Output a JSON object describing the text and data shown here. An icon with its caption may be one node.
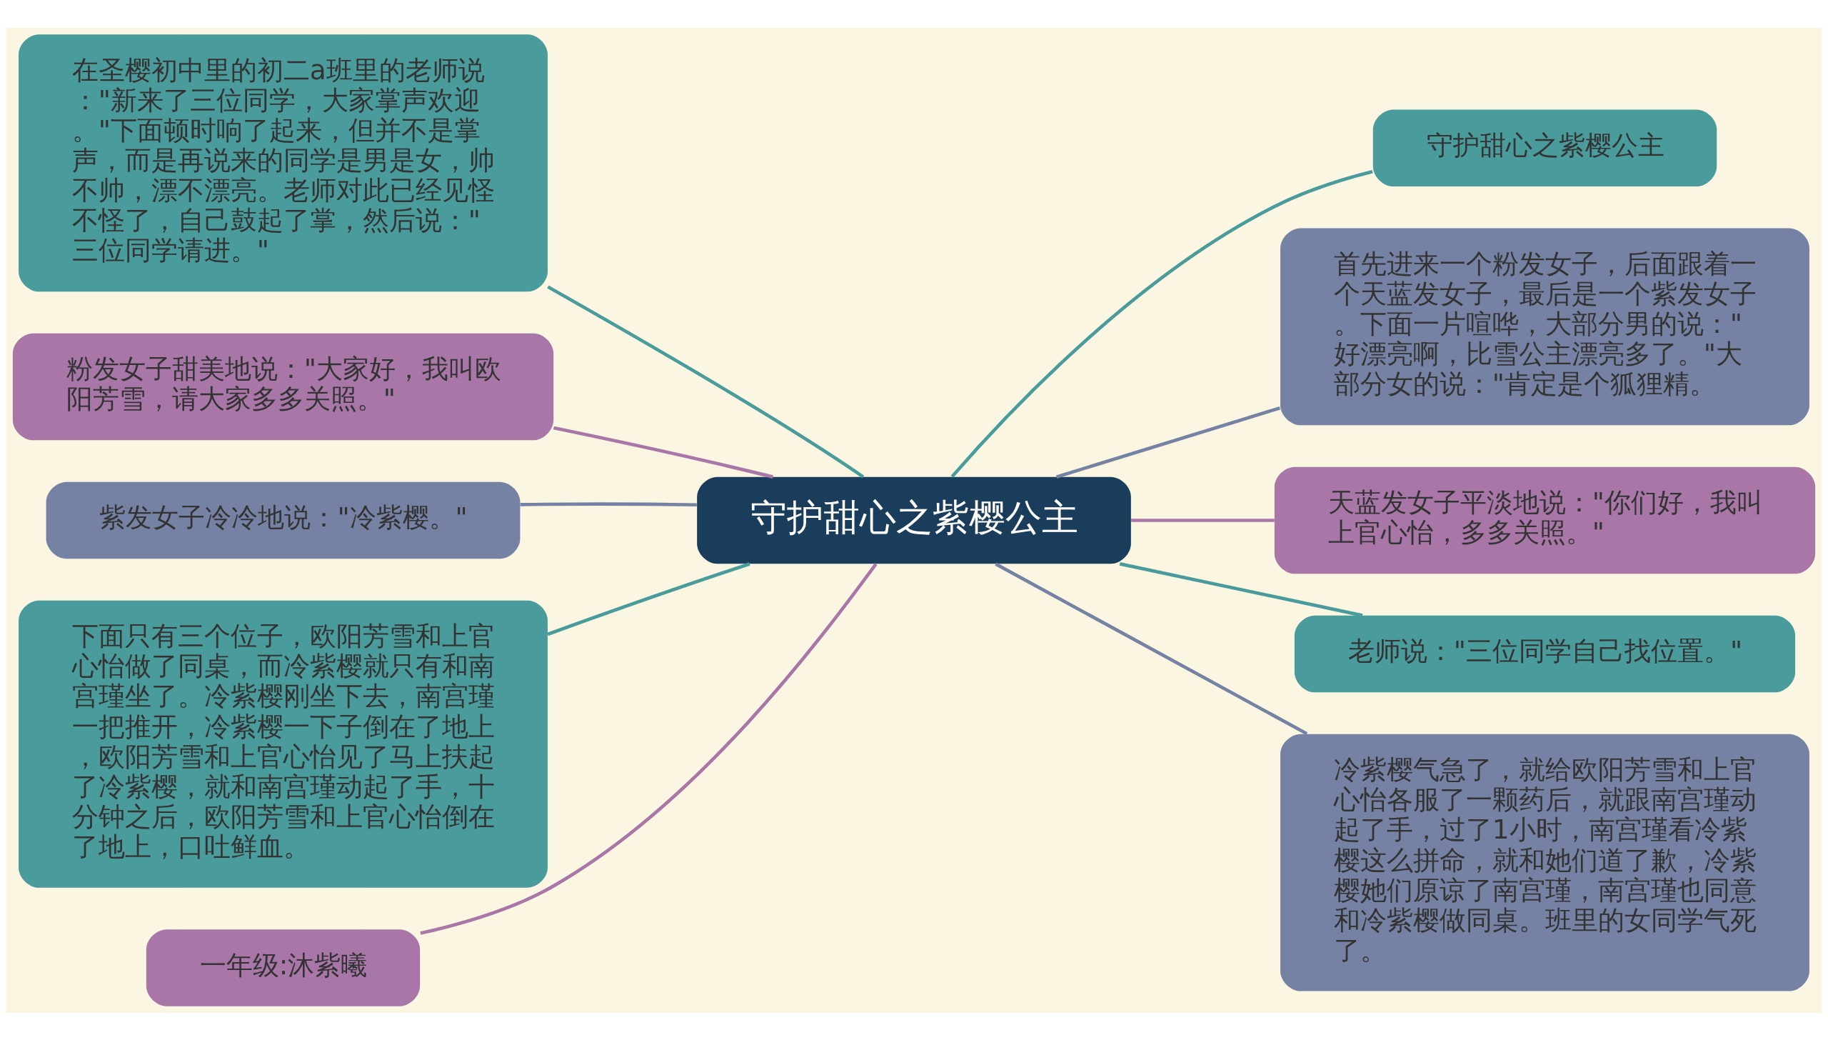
{
  "diagram": {
    "nodes": [
      {
        "text": [
          "守护甜心之紫樱公主"
        ]
      },
      {
        "text": [
          "在圣樱初中里的初二a班里的老师说：\"新来了三位同学，大家掌声欢迎。\"下面顿时响了起来，但并不是掌声，而是再说来的同学是男是女，帅不帅，漂不漂亮。老师对此已经见怪不怪了，自己鼓起了掌，然后说：\"三位同学请进。\""
        ]
      },
      {
        "text": [
          "粉发女子甜美地说：\"大家好，我叫欧阳芳雪，请大家多多关照。\""
        ]
      },
      {
        "text": [
          "紫发女子冷冷地说：\"冷紫樱。\""
        ]
      },
      {
        "text": [
          "下面只有三个位子，欧阳芳雪和上官心怡做了同桌，而冷紫樱就只有和南宫瑾坐了。冷紫樱刚坐下去，南宫瑾一把推开，冷紫樱一下子倒在了地上，欧阳芳雪和上官心怡见了马上扶起了冷紫樱，就和南宫瑾动起了手，十分钟之后，欧阳芳雪和上官心怡倒在了地上，口吐鲜血。"
        ]
      },
      {
        "text": [
          "一年级:沐紫曦"
        ]
      },
      {
        "text": [
          "守护甜心之紫樱公主"
        ]
      },
      {
        "text": [
          "首先进来一个粉发女子，后面跟着一个天蓝发女子，最后是一个紫发女子。下面一片喧哗，大部分男的说：\"好漂亮啊，比雪公主漂亮多了。\"大部分女的说：\"肯定是个狐狸精。"
        ]
      },
      {
        "text": [
          "天蓝发女子平淡地说：\"你们好，我叫上官心怡，多多关照。\""
        ]
      },
      {
        "text": [
          "老师说：\"三位同学自己找位置。\""
        ]
      },
      {
        "text": [
          "冷紫樱气急了，就给欧阳芳雪和上官心怡各服了一颗药后，就跟南宫瑾动起了手，过了1小时，南宫瑾看冷紫樱这么拼命，就和她们道了歉，冷紫樱她们原谅了南宫瑾，南宫瑾也同意和冷紫樱做同桌。班里的女同学气死了。"
        ]
      }
    ],
    "edges": [
      {
        "from": 0,
        "to": 1,
        "arrow": "none"
      },
      {
        "from": 0,
        "to": 2,
        "arrow": "none",
        "color": "#a877a8"
      },
      {
        "from": 0,
        "to": 3,
        "arrow": "none",
        "color": "#7682a4"
      },
      {
        "from": 0,
        "to": 4,
        "arrow": "none"
      },
      {
        "from": 0,
        "to": 5,
        "arrow": "none",
        "color": "#a877a8"
      },
      {
        "from": 0,
        "to": 6,
        "arrow": "none"
      },
      {
        "from": 0,
        "to": 7,
        "arrow": "none",
        "color": "#7682a4"
      },
      {
        "from": 0,
        "to": 8,
        "arrow": "none",
        "color": "#a877a8"
      },
      {
        "from": 0,
        "to": 9,
        "arrow": "none"
      },
      {
        "from": 0,
        "to": 10,
        "arrow": "none",
        "color": "#7682a4"
      }
    ]
  }
}
